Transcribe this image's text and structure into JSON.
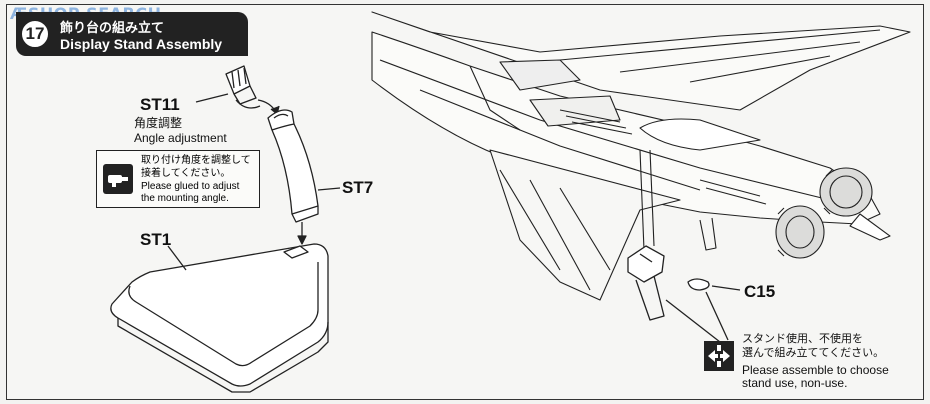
{
  "watermark": "ÆSHOP SEARCH",
  "header": {
    "step_number": "17",
    "title_jp": "飾り台の組み立て",
    "title_en": "Display Stand Assembly"
  },
  "parts": {
    "st11": "ST11",
    "st7": "ST7",
    "st1": "ST1",
    "c15": "C15"
  },
  "angle_note": {
    "jp": "角度調整",
    "en": "Angle adjustment"
  },
  "glue_note": {
    "jp_line1": "取り付け角度を調整して",
    "jp_line2": "接着してください。",
    "en_line1": "Please glued to adjust",
    "en_line2": "the mounting angle."
  },
  "choose_note": {
    "jp_line1": "スタンド使用、不使用を",
    "jp_line2": "選んで組み立ててください。",
    "en_line1": "Please assemble to choose",
    "en_line2": "stand use, non-use."
  },
  "icons": [
    "glue-tube-icon",
    "choose-option-icon"
  ]
}
